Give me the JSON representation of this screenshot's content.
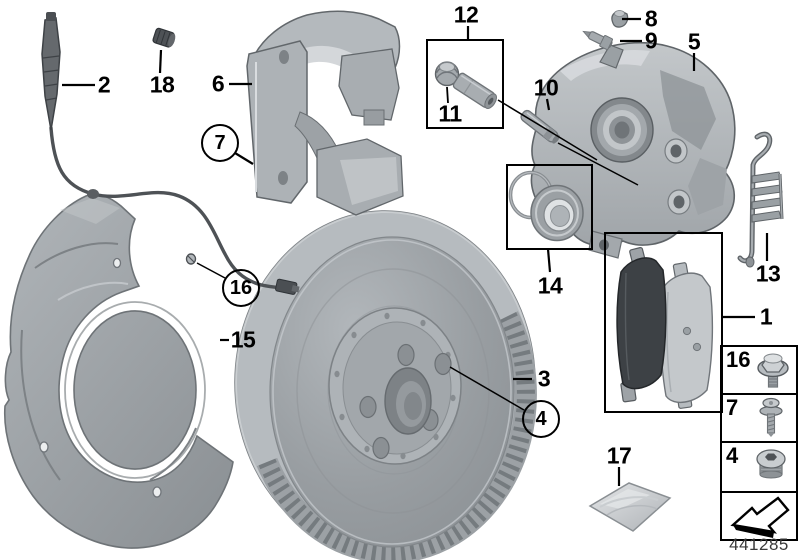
{
  "figure": {
    "drawing_number": "441285"
  },
  "callouts": {
    "c1": "1",
    "c2": "2",
    "c3": "3",
    "c4": "4",
    "c5": "5",
    "c6": "6",
    "c7": "7",
    "c8": "8",
    "c9": "9",
    "c10": "10",
    "c11": "11",
    "c12": "12",
    "c13": "13",
    "c14": "14",
    "c15": "15",
    "c16": "16",
    "c17": "17",
    "c18": "18"
  },
  "legend": {
    "rows": [
      {
        "label": "16",
        "icon": "hex-flange-bolt-icon"
      },
      {
        "label": "7",
        "icon": "torx-screw-with-washer-icon"
      },
      {
        "label": "4",
        "icon": "sealing-plug-icon"
      },
      {
        "label": "",
        "icon": "installation-direction-arrow-icon"
      }
    ]
  },
  "colors": {
    "background": "#ffffff",
    "line": "#000000",
    "part_light_gray": "#b5bac0",
    "part_dark_gray": "#3d4145"
  }
}
